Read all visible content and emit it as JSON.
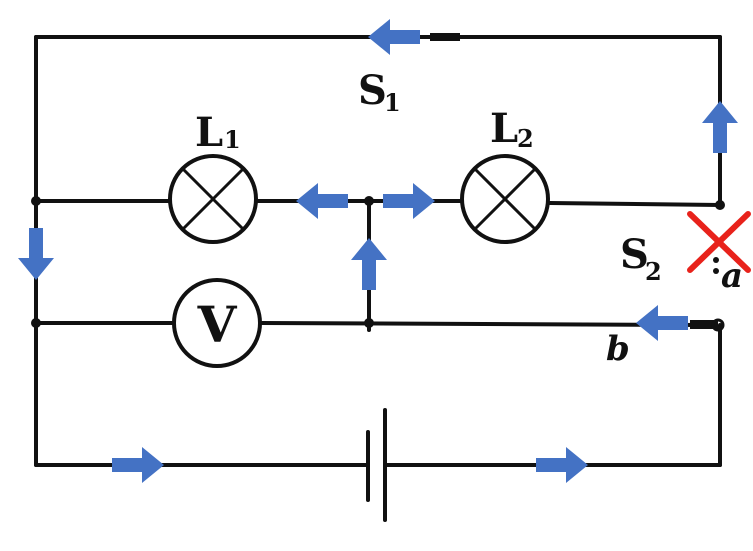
{
  "labels": {
    "s1": "S",
    "s1_sub": "1",
    "l1": "L",
    "l1_sub": "1",
    "l2": "L",
    "l2_sub": "2",
    "s2": "S",
    "s2_sub": "2",
    "voltmeter": "V",
    "point_a": "a",
    "point_b": "b"
  },
  "colors": {
    "wire": "#111111",
    "arrow": "#4472C4",
    "cross": "#E8221B"
  },
  "arrows": [
    {
      "name": "arrow-top-wire-left",
      "direction": "left"
    },
    {
      "name": "arrow-right-wire-up",
      "direction": "up"
    },
    {
      "name": "arrow-toward-l1-left",
      "direction": "left"
    },
    {
      "name": "arrow-toward-l2-right",
      "direction": "right"
    },
    {
      "name": "arrow-middle-up",
      "direction": "up"
    },
    {
      "name": "arrow-left-wire-down",
      "direction": "down"
    },
    {
      "name": "arrow-b-left",
      "direction": "left"
    },
    {
      "name": "arrow-bottom-left-right",
      "direction": "right"
    },
    {
      "name": "arrow-bottom-right-right",
      "direction": "right"
    }
  ],
  "icons": {
    "lamp": "lamp-cross-circle-icon",
    "battery": "battery-icon",
    "fault": "cross-mark-icon"
  }
}
